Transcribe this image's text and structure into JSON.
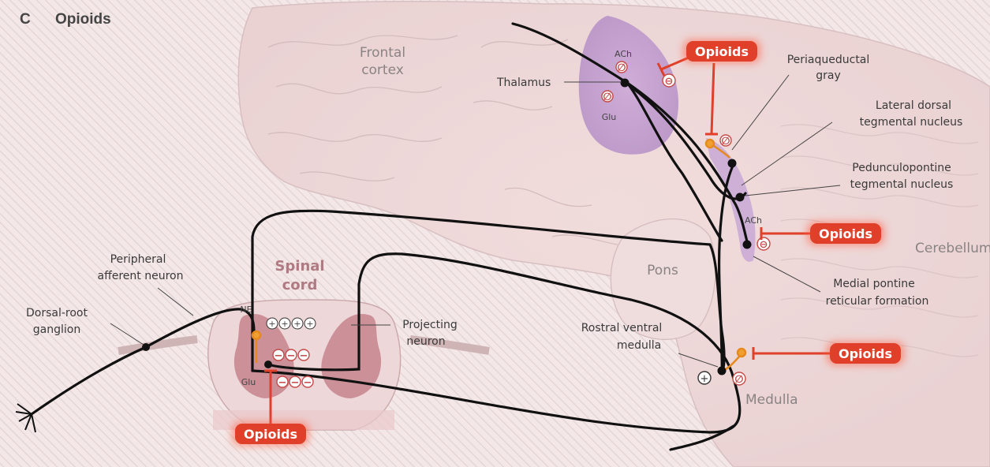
{
  "panel": {
    "letter": "C",
    "title": "Opioids"
  },
  "regions": {
    "frontal_cortex": [
      "Frontal",
      "cortex"
    ],
    "spinal_cord": [
      "Spinal",
      "cord"
    ],
    "pons": "Pons",
    "cerebellum": "Cerebellum",
    "medulla": "Medulla"
  },
  "labels": {
    "thalamus": "Thalamus",
    "periaqueductal_gray": [
      "Periaqueductal",
      "gray"
    ],
    "lateral_dorsal": [
      "Lateral dorsal",
      "tegmental nucleus"
    ],
    "pedunculopontine": [
      "Pedunculopontine",
      "tegmental nucleus"
    ],
    "medial_pontine": [
      "Medial pontine",
      "reticular formation"
    ],
    "rostral_ventral": [
      "Rostral ventral",
      "medulla"
    ],
    "peripheral_afferent": [
      "Peripheral",
      "afferent neuron"
    ],
    "dorsal_root": [
      "Dorsal-root",
      "ganglion"
    ],
    "projecting_neuron": [
      "Projecting",
      "neuron"
    ]
  },
  "transmitters": {
    "ach_top": "ACh",
    "glu_top": "Glu",
    "ach_mid": "ACh",
    "ne": "NE",
    "glu_spinal": "Glu"
  },
  "opioid_badges": {
    "top": "Opioids",
    "right_pons": "Opioids",
    "right_medulla": "Opioids",
    "spinal": "Opioids"
  },
  "colors": {
    "background": "#f7ecec",
    "neuron": "#111111",
    "opioid_badge": "#e0402a",
    "thalamus_purple": "#b48fc6",
    "spinal_grey_matter": "#c4848d"
  }
}
